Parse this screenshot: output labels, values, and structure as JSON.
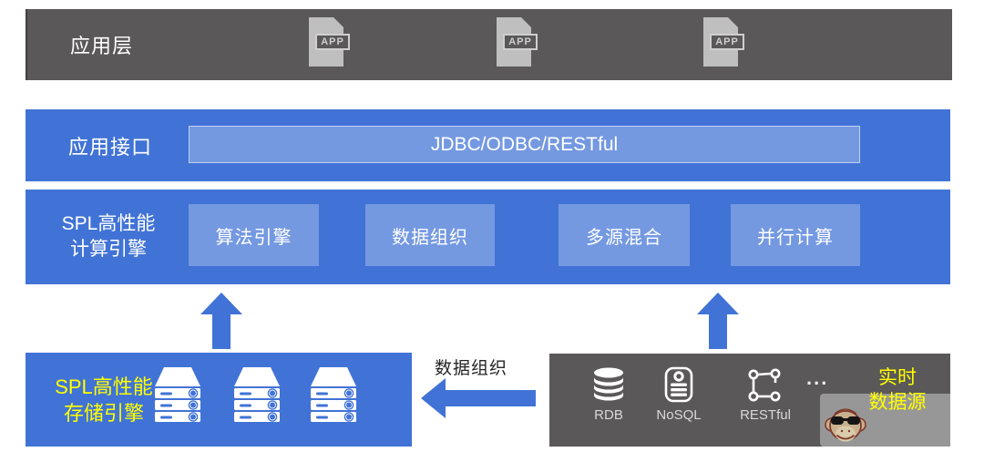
{
  "colors": {
    "blue": "#4173D6",
    "light_blue_box": "rgba(255,255,255,0.27)",
    "gray": "#5A5858",
    "yellow": "#FFFF00",
    "doc_icon_gray": "#BFBFBF",
    "white": "#FFFFFF"
  },
  "app_layer": {
    "label": "应用层",
    "app_icons": [
      {
        "label": "APP"
      },
      {
        "label": "APP"
      },
      {
        "label": "APP"
      }
    ]
  },
  "api_layer": {
    "label": "应用接口",
    "interface_label": "JDBC/ODBC/RESTful"
  },
  "compute_layer": {
    "label_line1": "SPL高性能",
    "label_line2": "计算引擎",
    "modules": [
      "算法引擎",
      "数据组织",
      "多源混合",
      "并行计算"
    ]
  },
  "storage_engine": {
    "label_line1": "SPL高性能",
    "label_line2": "存储引擎"
  },
  "data_flow": {
    "label": "数据组织"
  },
  "data_sources": {
    "items": [
      {
        "name": "RDB",
        "icon": "rdb-database-icon"
      },
      {
        "name": "NoSQL",
        "icon": "nosql-database-icon"
      },
      {
        "name": "RESTful",
        "icon": "api-nodes-icon"
      }
    ],
    "ellipsis": "...",
    "realtime_line1": "实时",
    "realtime_line2": "数据源"
  }
}
